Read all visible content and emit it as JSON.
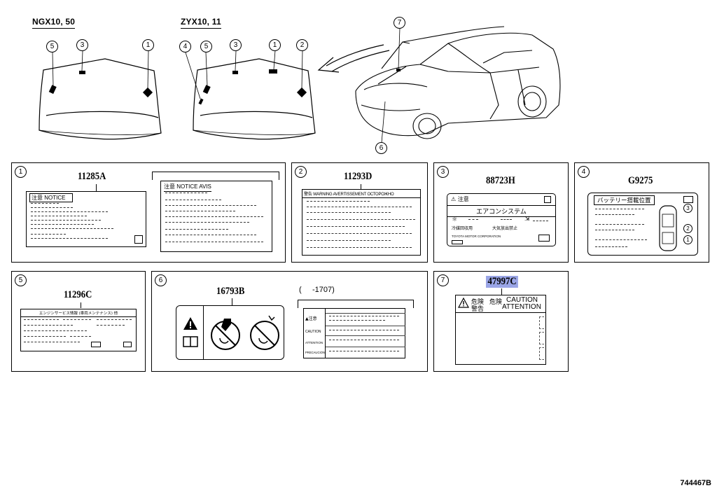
{
  "models": {
    "left": "NGX10, 50",
    "right": "ZYX10, 11"
  },
  "callouts": {
    "c1": "1",
    "c2": "2",
    "c3": "3",
    "c4": "4",
    "c5": "5",
    "c6": "6",
    "c7": "7"
  },
  "panels": {
    "p1": {
      "num": "1",
      "part": "11285A",
      "notice_label": "注意 NOTICE",
      "right_header": "注意 NOTICE AVIS"
    },
    "p2": {
      "num": "2",
      "part": "11293D",
      "header": "警告 WARNING AVERTISSEMENT ОСТОРОЖНО"
    },
    "p3": {
      "num": "3",
      "part": "88723H",
      "caution": "注意",
      "system": "エアコンシステム",
      "left_caption": "冷媒回収用",
      "right_caption": "大気放出禁止",
      "maker": "TOYOTA MOTOR CORPORATION"
    },
    "p4": {
      "num": "4",
      "part": "G9275",
      "title": "バッテリー搭載位置",
      "n3": "3",
      "n2": "2",
      "n1": "1"
    },
    "p5": {
      "num": "5",
      "part": "11296C",
      "header": "エンジンサービス情報 (車両メンテナンス) 他"
    },
    "p6": {
      "num": "6",
      "part": "16793B",
      "range": "(     -1707)",
      "row1": "▲注意",
      "row2": "CAUTION",
      "row3": "ATTENTION",
      "row4": "PRECAUCION"
    },
    "p7": {
      "num": "7",
      "part": "47997C",
      "jp1": "危険",
      "jp2": "警告",
      "jp3": "危険",
      "en1": "CAUTION",
      "en2": "ATTENTION"
    }
  },
  "diagram_id": "744467B"
}
